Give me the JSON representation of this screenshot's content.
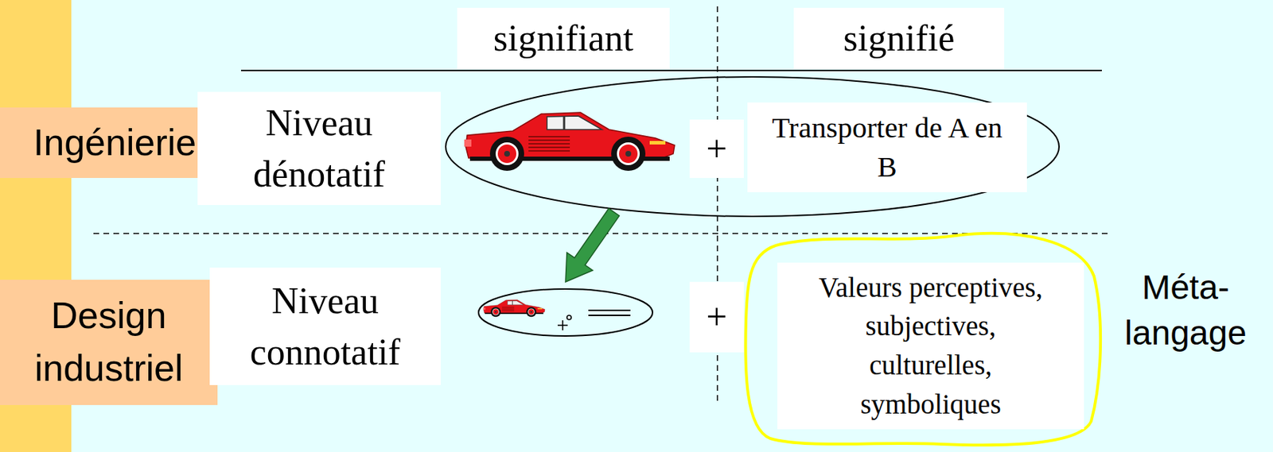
{
  "diagram": {
    "nodes": [
      {
        "text": [
          "signifiant"
        ]
      },
      {
        "text": [
          "signifié"
        ]
      },
      {
        "text": [
          "Ingénierie"
        ]
      },
      {
        "text": [
          "Niveau dénotatif"
        ]
      },
      {
        "text": [
          "+"
        ]
      },
      {
        "text": [
          "Transporter de A en B"
        ]
      },
      {
        "text": [
          "Design industriel"
        ]
      },
      {
        "text": [
          "Niveau connotatif"
        ]
      },
      {
        "text": [
          "+"
        ]
      },
      {
        "text": [
          "Valeurs perceptives, subjectives, culturelles, symboliques"
        ]
      }
    ],
    "labels": [
      "Méta- langage"
    ]
  }
}
